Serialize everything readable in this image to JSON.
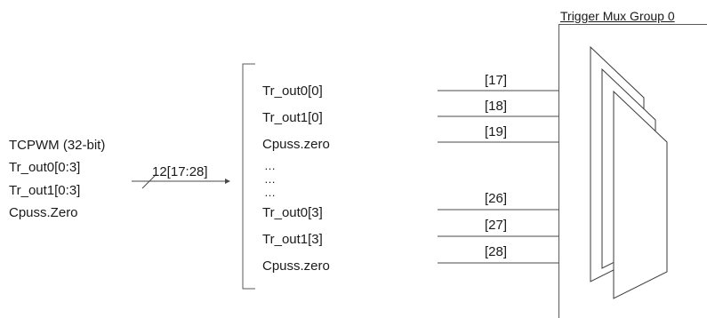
{
  "source": {
    "lines": [
      "TCPWM (32-bit)",
      "Tr_out0[0:3]",
      "Tr_out1[0:3]",
      "Cpuss.Zero"
    ]
  },
  "bus": {
    "label": "12[17:28]"
  },
  "signals": [
    "Tr_out0[0]",
    "Tr_out1[0]",
    "Cpuss.zero",
    "…",
    "…",
    "…",
    "Tr_out0[3]",
    "Tr_out1[3]",
    "Cpuss.zero"
  ],
  "inputs": [
    "[17]",
    "[18]",
    "[19]",
    "[26]",
    "[27]",
    "[28]"
  ],
  "group": {
    "title": "Trigger Mux Group 0"
  }
}
